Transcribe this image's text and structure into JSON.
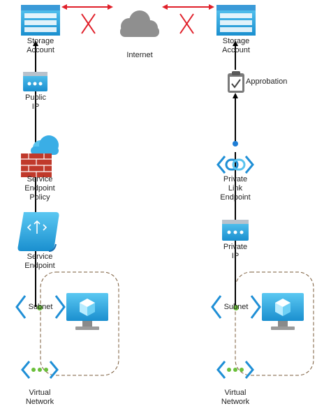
{
  "colors": {
    "azure_blue": "#1f9ad6",
    "azure_light": "#59c4ef",
    "arrow_red": "#e0202a",
    "arrow_black": "#000000",
    "cloud_gray": "#8f8f8f",
    "firewall_red": "#c0392b",
    "subnet_green": "#6bbf3a",
    "dashed_border": "#7a5b3a"
  },
  "diagram": {
    "internet": "Internet",
    "left": {
      "storage_account": "Storage Account",
      "public_ip": [
        "Public",
        "IP"
      ],
      "service_endpoint_policy": [
        "Service",
        "Endpoint",
        "Policy"
      ],
      "service_endpoint": [
        "Service",
        "Endpoint"
      ],
      "subnet": "Subnet",
      "virtual_network": [
        "Virtual",
        "Network"
      ]
    },
    "right": {
      "storage_account": "Storage Account",
      "approbation": "Approbation",
      "private_link_endpoint": [
        "Private",
        "Link",
        "Endpoint"
      ],
      "private_ip": [
        "Private",
        "IP"
      ],
      "subnet": "Subnet",
      "virtual_network": [
        "Virtual",
        "Network"
      ]
    }
  }
}
